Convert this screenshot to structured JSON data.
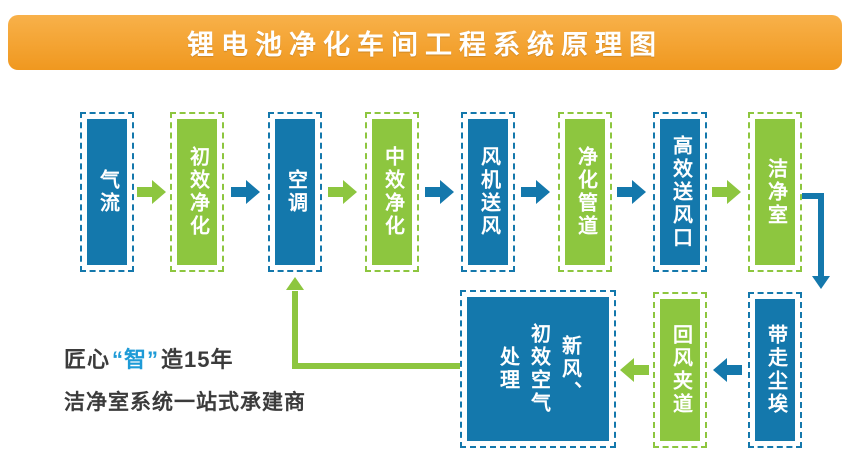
{
  "title": "锂电池净化车间工程系统原理图",
  "colors": {
    "blue": "#1478AC",
    "green": "#8DC63F",
    "banner-top": "#F8B14A",
    "banner-bottom": "#F0981F",
    "accent-blue": "#1E9BD7",
    "text-dark": "#3B3B3B"
  },
  "icons": {
    "arrow_right": "block-arrow-right",
    "arrow_left": "block-arrow-left",
    "arrow_up": "triangle-up",
    "arrow_down": "triangle-down"
  },
  "flow": {
    "top_row": [
      {
        "label": "气流",
        "color": "blue"
      },
      {
        "label": "初效净化",
        "color": "green"
      },
      {
        "label": "空调",
        "color": "blue"
      },
      {
        "label": "中效净化",
        "color": "green"
      },
      {
        "label": "风机送风",
        "color": "blue"
      },
      {
        "label": "净化管道",
        "color": "green"
      },
      {
        "label": "高效送风口",
        "color": "blue"
      },
      {
        "label": "洁净室",
        "color": "green"
      }
    ],
    "bottom_row": [
      {
        "label": "带走尘埃",
        "color": "blue"
      },
      {
        "label": "回风夹道",
        "color": "green"
      },
      {
        "label": "新风、\n初效空气\n处理",
        "color": "blue"
      }
    ]
  },
  "footer": {
    "line1_prefix": "匠心",
    "line1_highlight": "“智”",
    "line1_suffix": "造15年",
    "line2": "洁净室系统一站式承建商"
  }
}
